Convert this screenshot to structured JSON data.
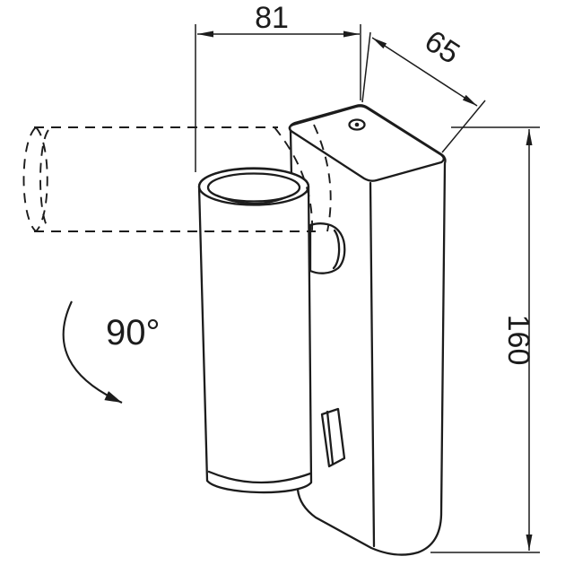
{
  "drawing": {
    "dimensions": {
      "width_label": "81",
      "depth_label": "65",
      "height_label": "160",
      "rotation_label": "90°"
    },
    "colors": {
      "line": "#1c1c1c",
      "background": "#ffffff"
    }
  }
}
